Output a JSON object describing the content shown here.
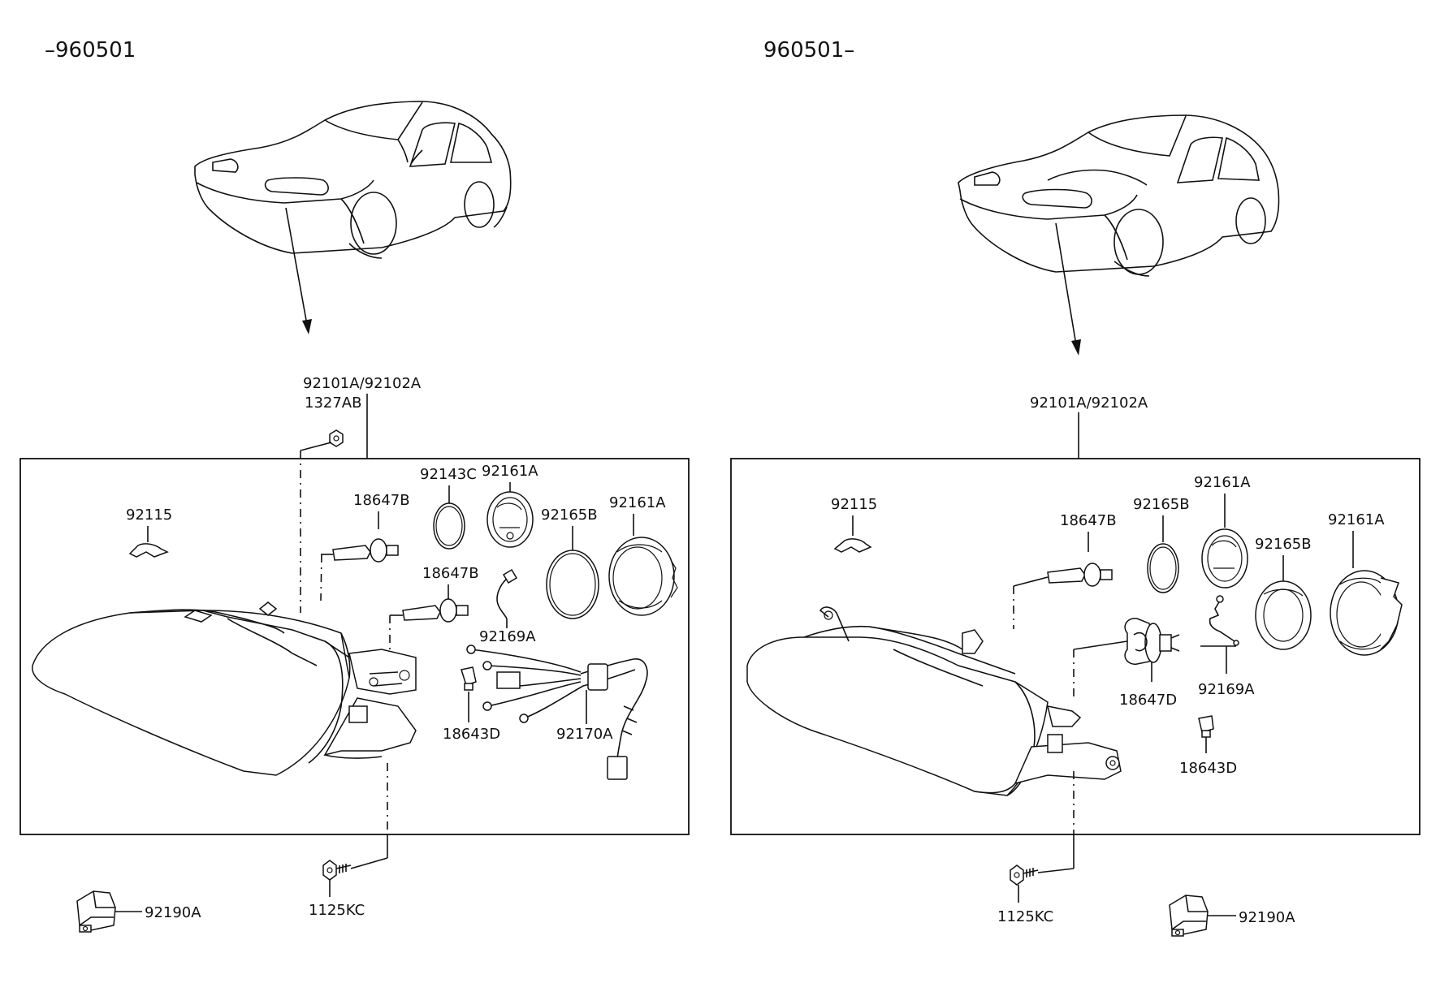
{
  "headers": {
    "left": "–960501",
    "right": "960501–"
  },
  "left_labels": {
    "assy": "92101A/92102A",
    "nut": "1327AB",
    "bracket": "92115",
    "bulb_top": "18647B",
    "ring": "92143C",
    "cap_small": "92161A",
    "ring_large": "92165B",
    "cap_large": "92161A",
    "bulb_mid": "18647B",
    "wire": "92169A",
    "socket": "18643D",
    "harness": "92170A",
    "screw": "1125KC",
    "actuator": "92190A"
  },
  "right_labels": {
    "assy": "92101A/92102A",
    "bracket": "92115",
    "bulb_top": "18647B",
    "ring": "92165B",
    "cap_small": "92161A",
    "ring_large": "92165B",
    "cap_large": "92161A",
    "bulb_h4": "18647D",
    "wire": "92169A",
    "socket": "18643D",
    "screw": "1125KC",
    "actuator": "92190A"
  }
}
